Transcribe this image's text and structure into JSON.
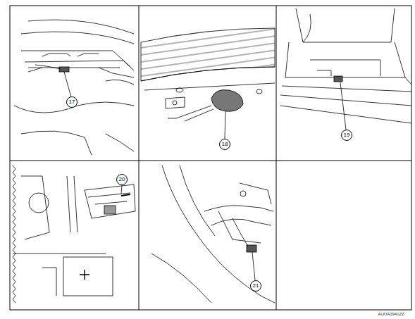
{
  "diagram": {
    "labels": [
      "17",
      "18",
      "19",
      "20",
      "21",
      "ALKIA2941ZZ"
    ]
  }
}
